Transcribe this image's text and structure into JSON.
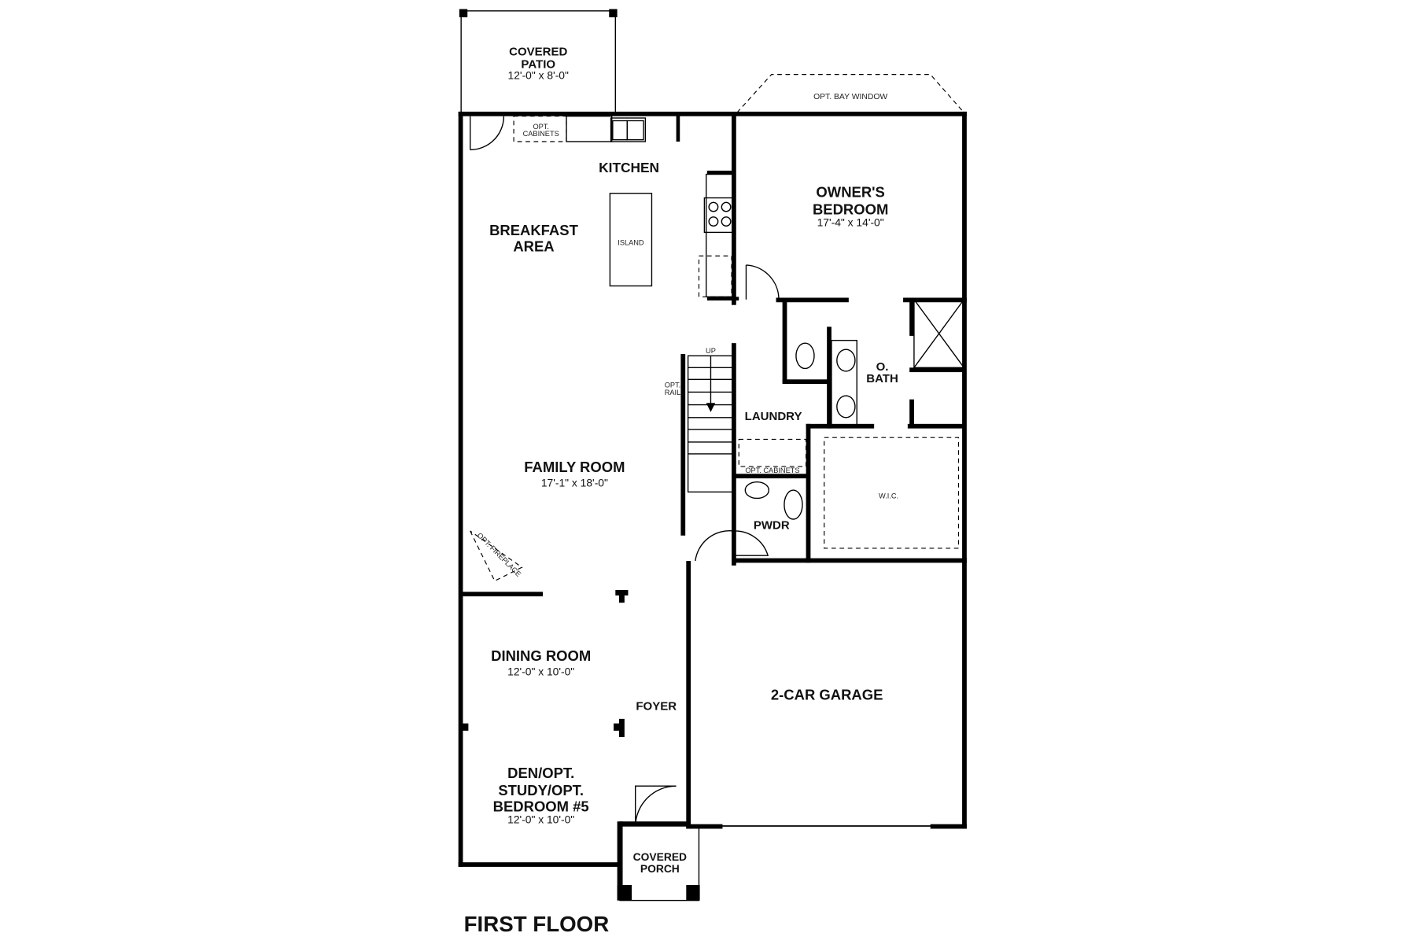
{
  "title": "FIRST FLOOR",
  "rooms": {
    "covered_patio": {
      "name_1": "COVERED",
      "name_2": "PATIO",
      "size": "12'-0\" x 8'-0\""
    },
    "bay_window": "OPT. BAY WINDOW",
    "opt_cabinets_kitchen": {
      "line_1": "OPT.",
      "line_2": "CABINETS"
    },
    "kitchen": "KITCHEN",
    "island": "ISLAND",
    "breakfast": {
      "name_1": "BREAKFAST",
      "name_2": "AREA"
    },
    "owners_bedroom": {
      "name_1": "OWNER'S",
      "name_2": "BEDROOM",
      "size": "17'-4\" x 14'-0\""
    },
    "o_bath": {
      "name_1": "O.",
      "name_2": "BATH"
    },
    "stairs_up": "UP",
    "opt_rail": {
      "line_1": "OPT.",
      "line_2": "RAIL"
    },
    "laundry": "LAUNDRY",
    "opt_cabinets_laundry": "OPT. CABINETS",
    "wic": "W.I.C.",
    "pwdr": "PWDR",
    "family_room": {
      "name": "FAMILY ROOM",
      "size": "17'-1\" x 18'-0\""
    },
    "opt_fireplace": "OPT. FIREPLACE",
    "dining_room": {
      "name": "DINING ROOM",
      "size": "12'-0\" x 10'-0\""
    },
    "foyer": "FOYER",
    "garage": "2-CAR GARAGE",
    "den": {
      "name_1": "DEN/OPT.",
      "name_2": "STUDY/OPT.",
      "name_3": "BEDROOM #5",
      "size": "12'-0\" x 10'-0\""
    },
    "covered_porch": {
      "name_1": "COVERED",
      "name_2": "PORCH"
    }
  }
}
